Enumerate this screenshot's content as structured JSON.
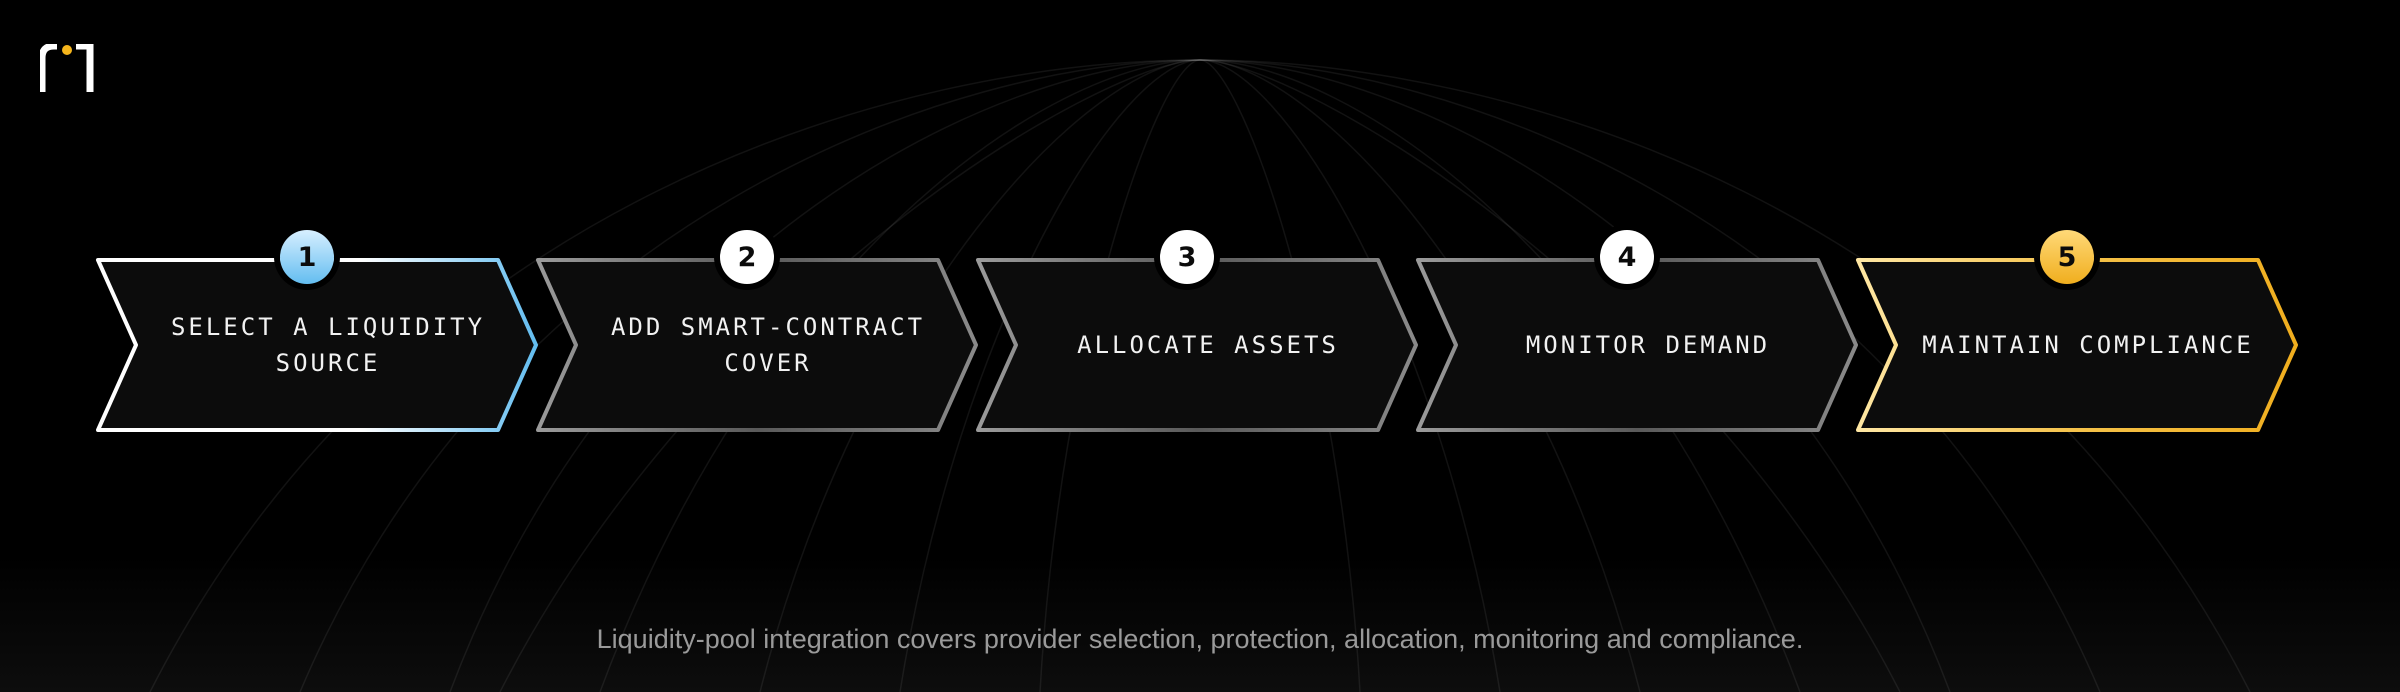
{
  "logo": {
    "name": "r1-logo",
    "accent": "#f5b51c"
  },
  "steps": [
    {
      "number": "1",
      "label": "SELECT A LIQUIDITY\nSOURCE",
      "variant": "blue"
    },
    {
      "number": "2",
      "label": "ADD SMART-CONTRACT\nCOVER",
      "variant": "plain"
    },
    {
      "number": "3",
      "label": "ALLOCATE ASSETS",
      "variant": "plain"
    },
    {
      "number": "4",
      "label": "MONITOR DEMAND",
      "variant": "plain"
    },
    {
      "number": "5",
      "label": "MAINTAIN COMPLIANCE",
      "variant": "gold"
    }
  ],
  "caption": "Liquidity-pool integration covers provider selection, protection, allocation, monitoring and compliance.",
  "colors": {
    "background": "#000000",
    "shape_fill": "#0c0c0c",
    "blue_accent": "#63bdf0",
    "gold_accent": "#f5b51c",
    "plain_border": "#8a8a8a",
    "text": "#f2f2f2",
    "caption": "#9a9a9a"
  }
}
